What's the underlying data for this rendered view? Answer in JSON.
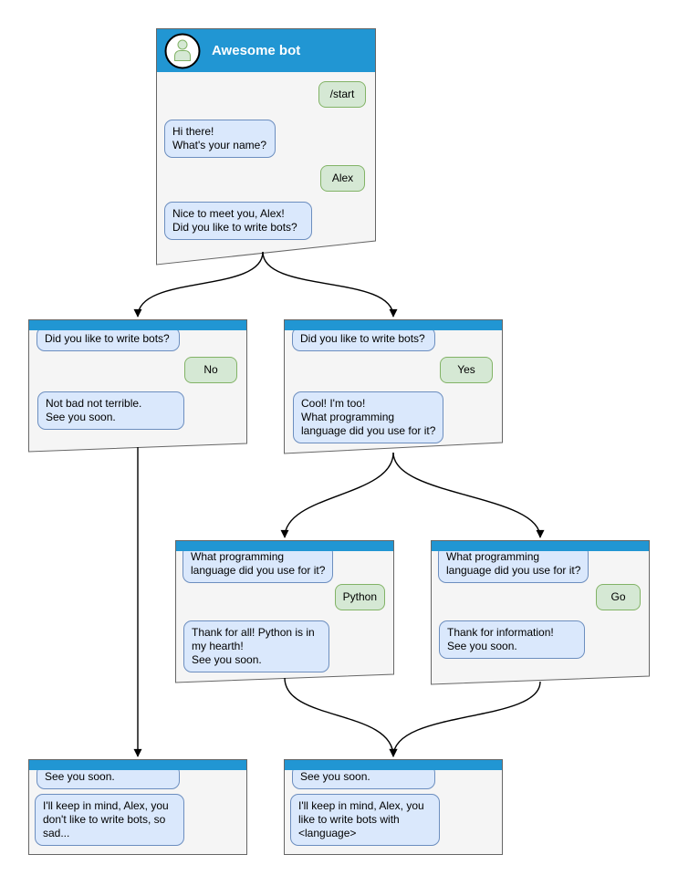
{
  "root_window": {
    "title": "Awesome bot",
    "messages": {
      "start_command": "/start",
      "greeting": "Hi there!\nWhat's your name?",
      "user_name": "Alex",
      "question": "Nice to meet you, Alex!\nDid you like to write bots?"
    }
  },
  "no_window": {
    "question": "Did you like to write bots?",
    "answer": "No",
    "reply": "Not bad not terrible.\nSee you soon."
  },
  "yes_window": {
    "question": "Did you like to write bots?",
    "answer": "Yes",
    "reply": "Cool! I'm too!\nWhat programming\nlanguage did you use for it?"
  },
  "python_window": {
    "question": "What programming\nlanguage did you use for it?",
    "answer": "Python",
    "reply": "Thank for all! Python is in\nmy hearth!\nSee you soon."
  },
  "go_window": {
    "question": "What programming\nlanguage did you use for it?",
    "answer": "Go",
    "reply": "Thank for information!\nSee you soon."
  },
  "end_no_window": {
    "intro": "See you soon.",
    "reply": "I'll keep in mind, Alex, you\ndon't like to write bots, so\nsad..."
  },
  "end_yes_window": {
    "intro": "See you soon.",
    "reply": "I'll keep in mind, Alex, you\nlike to write bots with\n<language>"
  },
  "colors": {
    "header_blue": "#2196d3",
    "bot_bubble_fill": "#dae8fc",
    "bot_bubble_border": "#6c8ebf",
    "user_bubble_fill": "#d5e8d4",
    "user_bubble_border": "#82b366",
    "window_fill": "#f5f5f5",
    "window_border": "#666666",
    "connector": "#000000"
  }
}
